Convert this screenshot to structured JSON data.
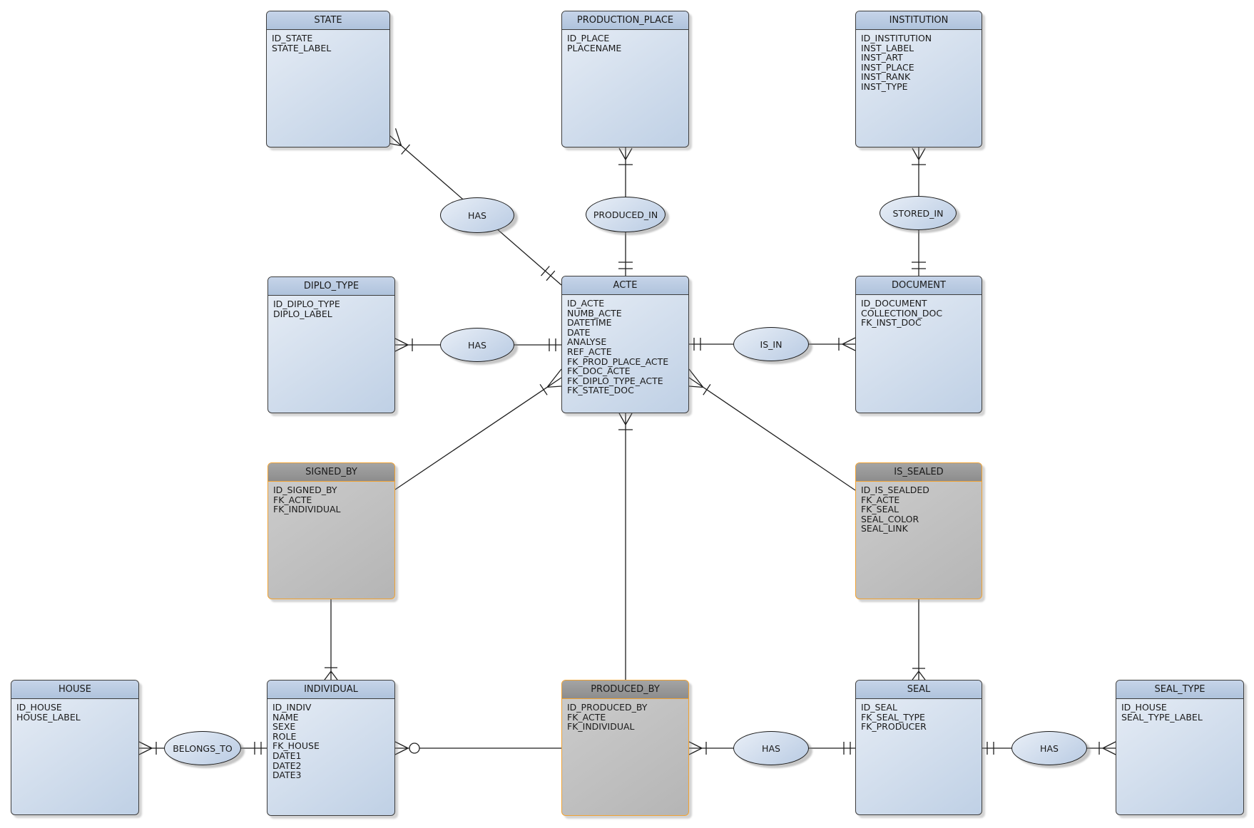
{
  "colors": {
    "entity_fill": "#cfdcec",
    "entity_header": "#b8cbe2",
    "entity_border": "#3c3c3c",
    "association_fill": "#c2c2c2",
    "association_header": "#9a9a9a",
    "association_border": "#f0a232",
    "line": "#1f1f1f",
    "background": "#ffffff"
  },
  "entities": [
    {
      "title": "STATE",
      "fields": [
        "ID_STATE",
        "STATE_LABEL"
      ],
      "style": "blue"
    },
    {
      "title": "PRODUCTION_PLACE",
      "fields": [
        "ID_PLACE",
        "PLACENAME"
      ],
      "style": "blue"
    },
    {
      "title": "INSTITUTION",
      "fields": [
        "ID_INSTITUTION",
        "INST_LABEL",
        "INST_ART",
        "INST_PLACE",
        "INST_RANK",
        "INST_TYPE"
      ],
      "style": "blue"
    },
    {
      "title": "DIPLO_TYPE",
      "fields": [
        "ID_DIPLO_TYPE",
        "DIPLO_LABEL"
      ],
      "style": "blue"
    },
    {
      "title": "ACTE",
      "fields": [
        "ID_ACTE",
        "NUMB_ACTE",
        "DATETIME",
        "DATE",
        "ANALYSE",
        "REF_ACTE",
        "FK_PROD_PLACE_ACTE",
        "FK_DOC_ACTE",
        "FK_DIPLO_TYPE_ACTE",
        "FK_STATE_DOC"
      ],
      "style": "blue"
    },
    {
      "title": "DOCUMENT",
      "fields": [
        "ID_DOCUMENT",
        "COLLECTION_DOC",
        "FK_INST_DOC"
      ],
      "style": "blue"
    },
    {
      "title": "SIGNED_BY",
      "fields": [
        "ID_SIGNED_BY",
        "FK_ACTE",
        "FK_INDIVIDUAL"
      ],
      "style": "gray"
    },
    {
      "title": "IS_SEALED",
      "fields": [
        "ID_IS_SEALDED",
        "FK_ACTE",
        "FK_SEAL",
        "SEAL_COLOR",
        "SEAL_LINK"
      ],
      "style": "gray"
    },
    {
      "title": "HOUSE",
      "fields": [
        "ID_HOUSE",
        "HOUSE_LABEL"
      ],
      "style": "blue"
    },
    {
      "title": "INDIVIDUAL",
      "fields": [
        "ID_INDIV",
        "NAME",
        "SEXE",
        "ROLE",
        "FK_HOUSE",
        "DATE1",
        "DATE2",
        "DATE3"
      ],
      "style": "blue"
    },
    {
      "title": "PRODUCED_BY",
      "fields": [
        "ID_PRODUCED_BY",
        "FK_ACTE",
        "FK_INDIVIDUAL"
      ],
      "style": "gray"
    },
    {
      "title": "SEAL",
      "fields": [
        "ID_SEAL",
        "FK_SEAL_TYPE",
        "FK_PRODUCER"
      ],
      "style": "blue"
    },
    {
      "title": "SEAL_TYPE",
      "fields": [
        "ID_HOUSE",
        "SEAL_TYPE_LABEL"
      ],
      "style": "blue"
    }
  ],
  "relationships": [
    {
      "label": "HAS",
      "between": [
        "STATE",
        "ACTE"
      ]
    },
    {
      "label": "PRODUCED_IN",
      "between": [
        "PRODUCTION_PLACE",
        "ACTE"
      ]
    },
    {
      "label": "STORED_IN",
      "between": [
        "INSTITUTION",
        "DOCUMENT"
      ]
    },
    {
      "label": "HAS",
      "between": [
        "DIPLO_TYPE",
        "ACTE"
      ]
    },
    {
      "label": "IS_IN",
      "between": [
        "ACTE",
        "DOCUMENT"
      ]
    },
    {
      "label": "BELONGS_TO",
      "between": [
        "HOUSE",
        "INDIVIDUAL"
      ]
    },
    {
      "label": "HAS",
      "between": [
        "PRODUCED_BY",
        "SEAL"
      ]
    },
    {
      "label": "HAS",
      "between": [
        "SEAL",
        "SEAL_TYPE"
      ]
    }
  ]
}
